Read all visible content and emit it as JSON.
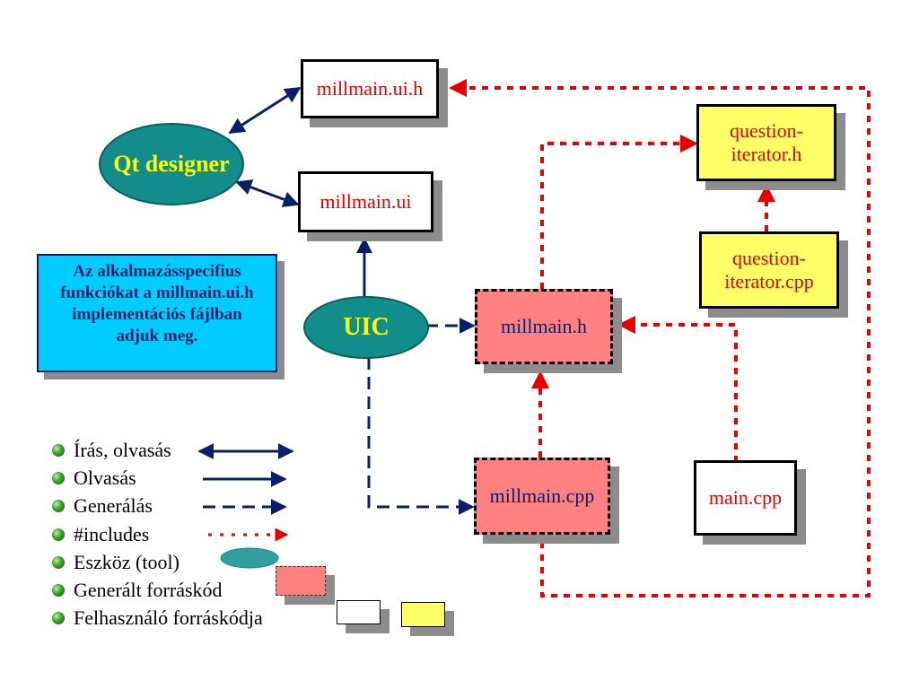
{
  "nodes": {
    "millmain_ui_h": "millmain.ui.h",
    "millmain_ui": "millmain.ui",
    "question_iterator_h": "question-\niterator.h",
    "question_iterator_cpp": "question-\niterator.cpp",
    "millmain_h": "millmain.h",
    "millmain_cpp": "millmain.cpp",
    "main_cpp": "main.cpp",
    "qt_designer": "Qt designer",
    "uic": "UIC"
  },
  "note": "Az alkalmazásspecifius\nfunkciókat a millmain.ui.h\nimplementációs fájlban\nadjuk meg.",
  "legend": [
    {
      "label": "Írás, olvasás",
      "symbol": "bidirectional-arrow-icon"
    },
    {
      "label": "Olvasás",
      "symbol": "solid-arrow-icon"
    },
    {
      "label": "Generálás",
      "symbol": "dashed-arrow-icon"
    },
    {
      "label": "#includes",
      "symbol": "dotted-red-arrow-icon"
    },
    {
      "label": "Eszköz (tool)",
      "symbol": "tool-ellipse-icon"
    },
    {
      "label": "Generált forráskód",
      "symbol": "generated-source-swatch"
    },
    {
      "label": "Felhasználó forráskódja",
      "symbol": "user-source-swatches"
    }
  ],
  "colors": {
    "navy": "#0a1f6b",
    "include_red": "#e80000",
    "tool_teal": "#138c8c",
    "tool_text": "#ffff00",
    "generated_fill": "#ff8080",
    "user_yellow": "#ffff66",
    "note_fill": "#00ccff",
    "shadow": "#8c8c8c"
  }
}
